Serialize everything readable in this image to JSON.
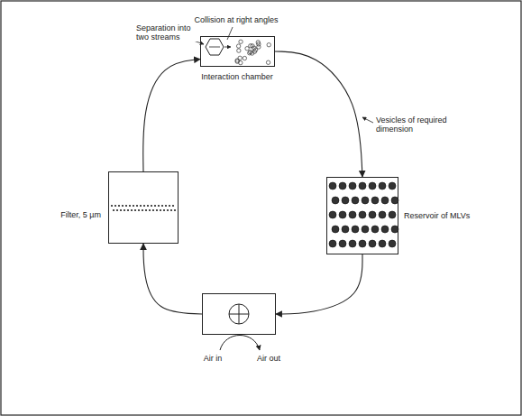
{
  "diagram": {
    "nodes": [
      {
        "text": [
          "Interaction chamber"
        ]
      },
      {
        "text": [
          "Reservoir of MLVs"
        ]
      },
      {
        "text": [
          "Air in",
          "Air out"
        ]
      },
      {
        "text": [
          "Filter, 5 µm"
        ]
      }
    ],
    "edges": [
      {
        "from": 0,
        "to": 1,
        "arrow": "to"
      },
      {
        "from": 1,
        "to": 2,
        "arrow": "to"
      },
      {
        "from": 2,
        "to": 3,
        "arrow": "to"
      },
      {
        "from": 3,
        "to": 0,
        "arrow": "to"
      }
    ],
    "labels": [
      "Collision at right angles",
      "Separation into two streams",
      "Vesicles of required dimension"
    ]
  }
}
